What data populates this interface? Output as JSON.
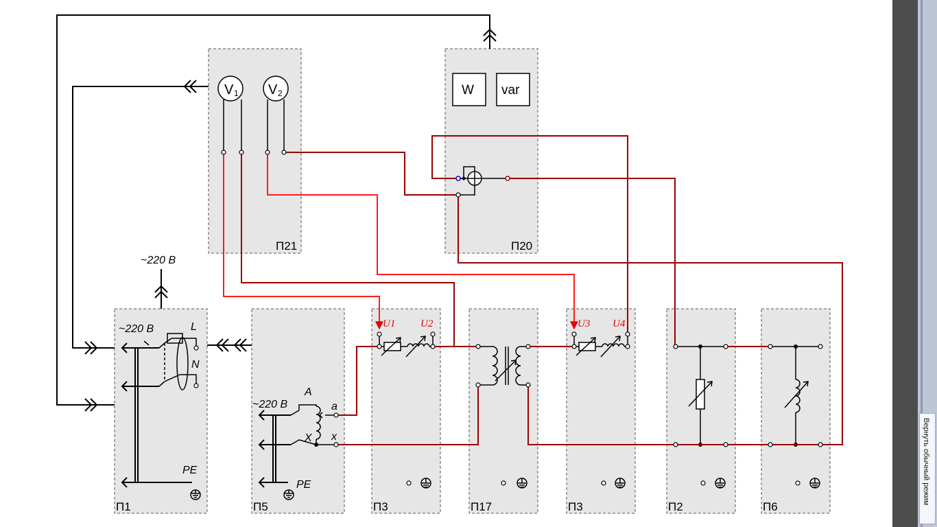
{
  "panels": {
    "p1": "П1",
    "p5": "П5",
    "p3a": "П3",
    "p17": "П17",
    "p3b": "П3",
    "p2": "П2",
    "p6": "П6",
    "p20": "П20",
    "p21": "П21"
  },
  "labels": {
    "supply_top": "~220 В",
    "p1_supply": "~220 В",
    "p1_L": "L",
    "p1_N": "N",
    "p1_PE": "PE",
    "p5_supply": "~220 В",
    "p5_A": "A",
    "p5_a": "a",
    "p5_X": "X",
    "p5_x": "x",
    "p5_PE": "PE",
    "u1": "U1",
    "u2": "U2",
    "u3": "U3",
    "u4": "U4"
  },
  "meters": {
    "v1_main": "V",
    "v1_sub": "1",
    "v2_main": "V",
    "v2_sub": "2",
    "watt": "W",
    "var": "var"
  },
  "sidebar": {
    "restore_label": "Вернуть обычный режим"
  },
  "colors": {
    "panel_fill": "#e6e6e6",
    "wire_dark_red": "#990000",
    "wire_red": "#ff1a1a",
    "sidebar_dark": "#4d4d4d",
    "sidebar_light": "#bcc6d6"
  }
}
